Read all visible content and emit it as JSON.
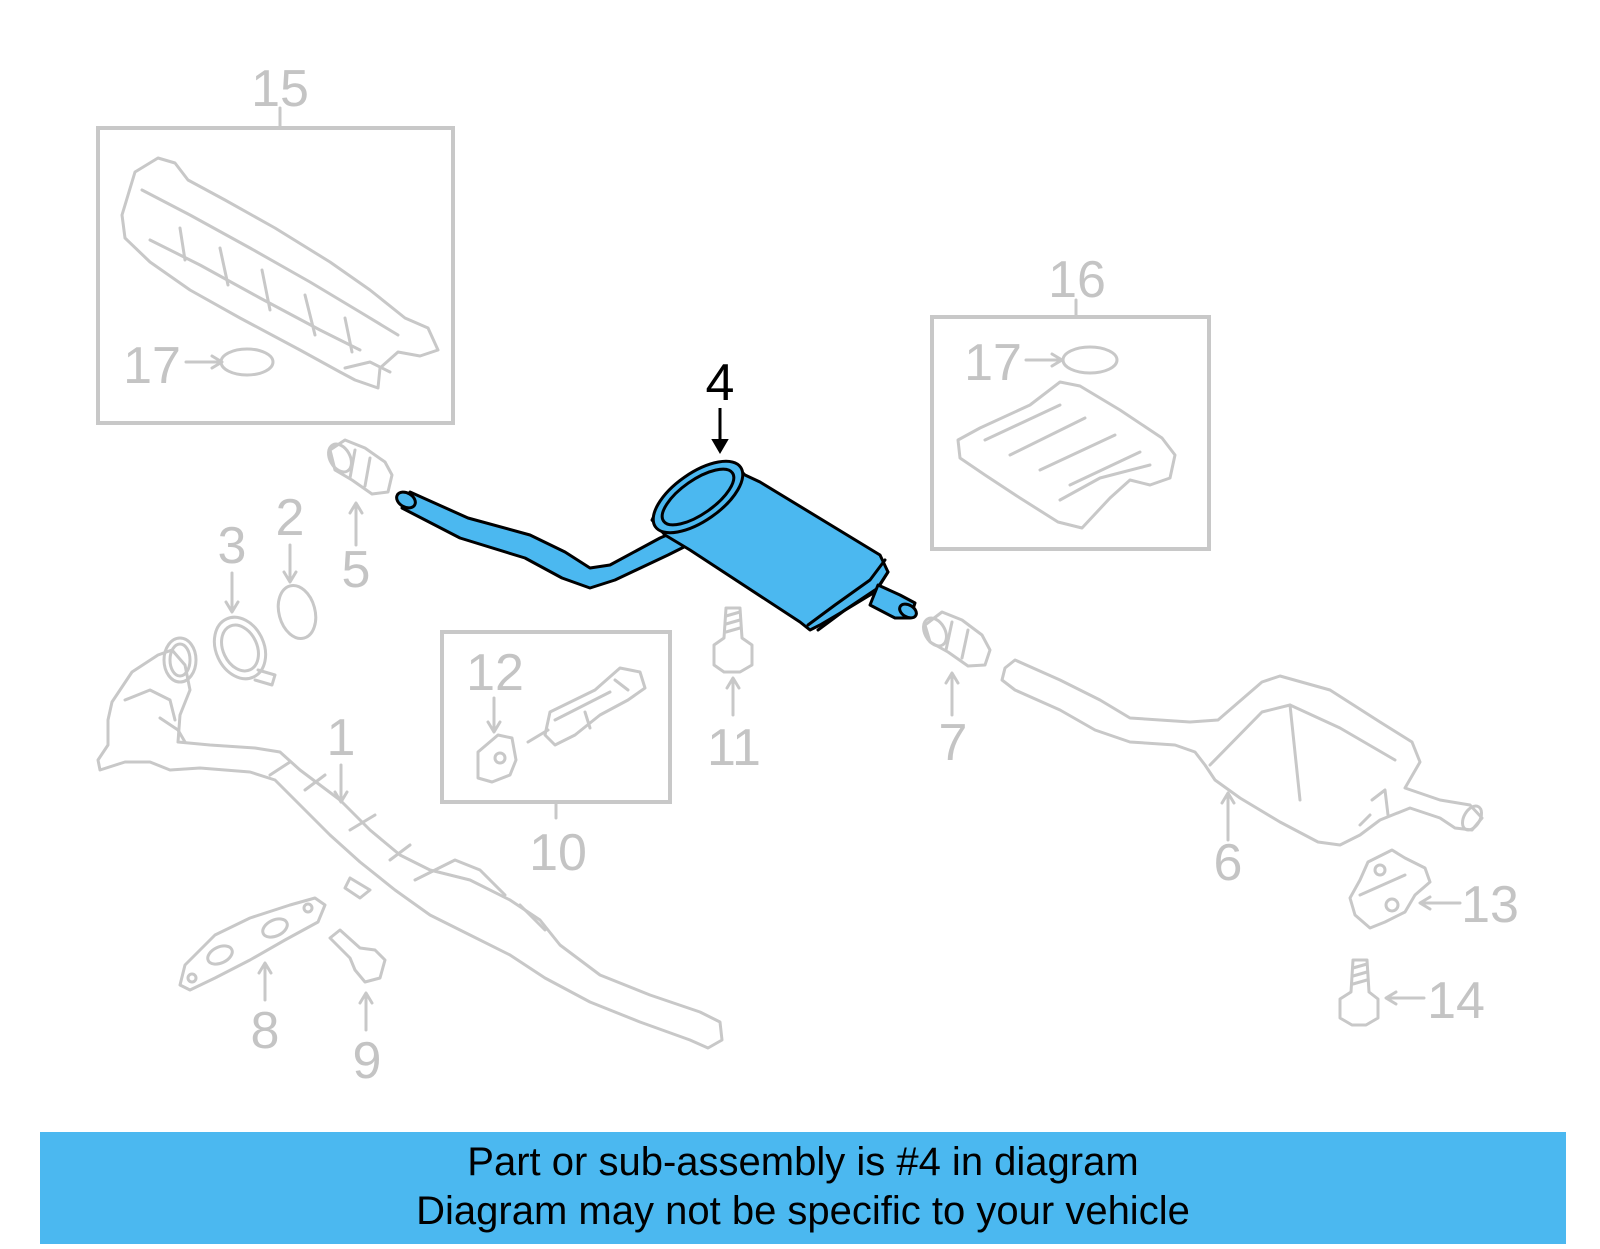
{
  "diagram": {
    "callouts": [
      {
        "id": "1",
        "label": "1",
        "highlighted": false
      },
      {
        "id": "2",
        "label": "2",
        "highlighted": false
      },
      {
        "id": "3",
        "label": "3",
        "highlighted": false
      },
      {
        "id": "4",
        "label": "4",
        "highlighted": true
      },
      {
        "id": "5",
        "label": "5",
        "highlighted": false
      },
      {
        "id": "6",
        "label": "6",
        "highlighted": false
      },
      {
        "id": "7",
        "label": "7",
        "highlighted": false
      },
      {
        "id": "8",
        "label": "8",
        "highlighted": false
      },
      {
        "id": "9",
        "label": "9",
        "highlighted": false
      },
      {
        "id": "10",
        "label": "10",
        "highlighted": false
      },
      {
        "id": "11",
        "label": "11",
        "highlighted": false
      },
      {
        "id": "12",
        "label": "12",
        "highlighted": false
      },
      {
        "id": "13",
        "label": "13",
        "highlighted": false
      },
      {
        "id": "14",
        "label": "14",
        "highlighted": false
      },
      {
        "id": "15",
        "label": "15",
        "highlighted": false
      },
      {
        "id": "16",
        "label": "16",
        "highlighted": false
      },
      {
        "id": "17a",
        "label": "17",
        "highlighted": false
      },
      {
        "id": "17b",
        "label": "17",
        "highlighted": false
      }
    ],
    "colors": {
      "highlight": "#4bb8f0",
      "outline_muted": "#c8c8c8",
      "label_muted": "#c4c4c4",
      "label_active": "#000000"
    }
  },
  "banner": {
    "line1": "Part or sub-assembly is #4 in diagram",
    "line2": "Diagram may not be specific to your vehicle"
  }
}
